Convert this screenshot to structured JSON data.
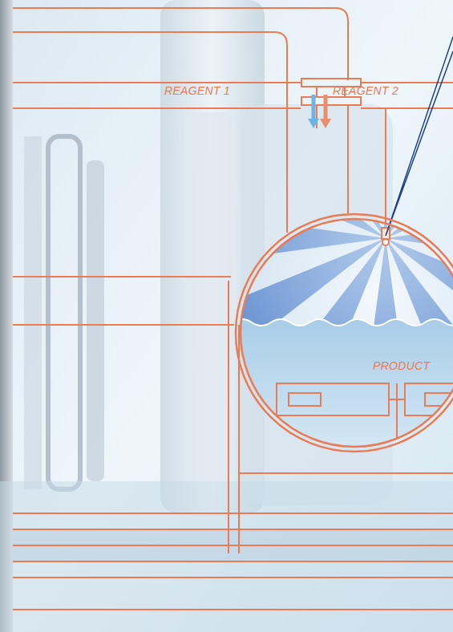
{
  "diagram": {
    "nodes": [
      {
        "text": [
          "PRODUCT"
        ]
      }
    ],
    "labels": [
      "REAGENT 1",
      "REAGENT 2"
    ]
  }
}
